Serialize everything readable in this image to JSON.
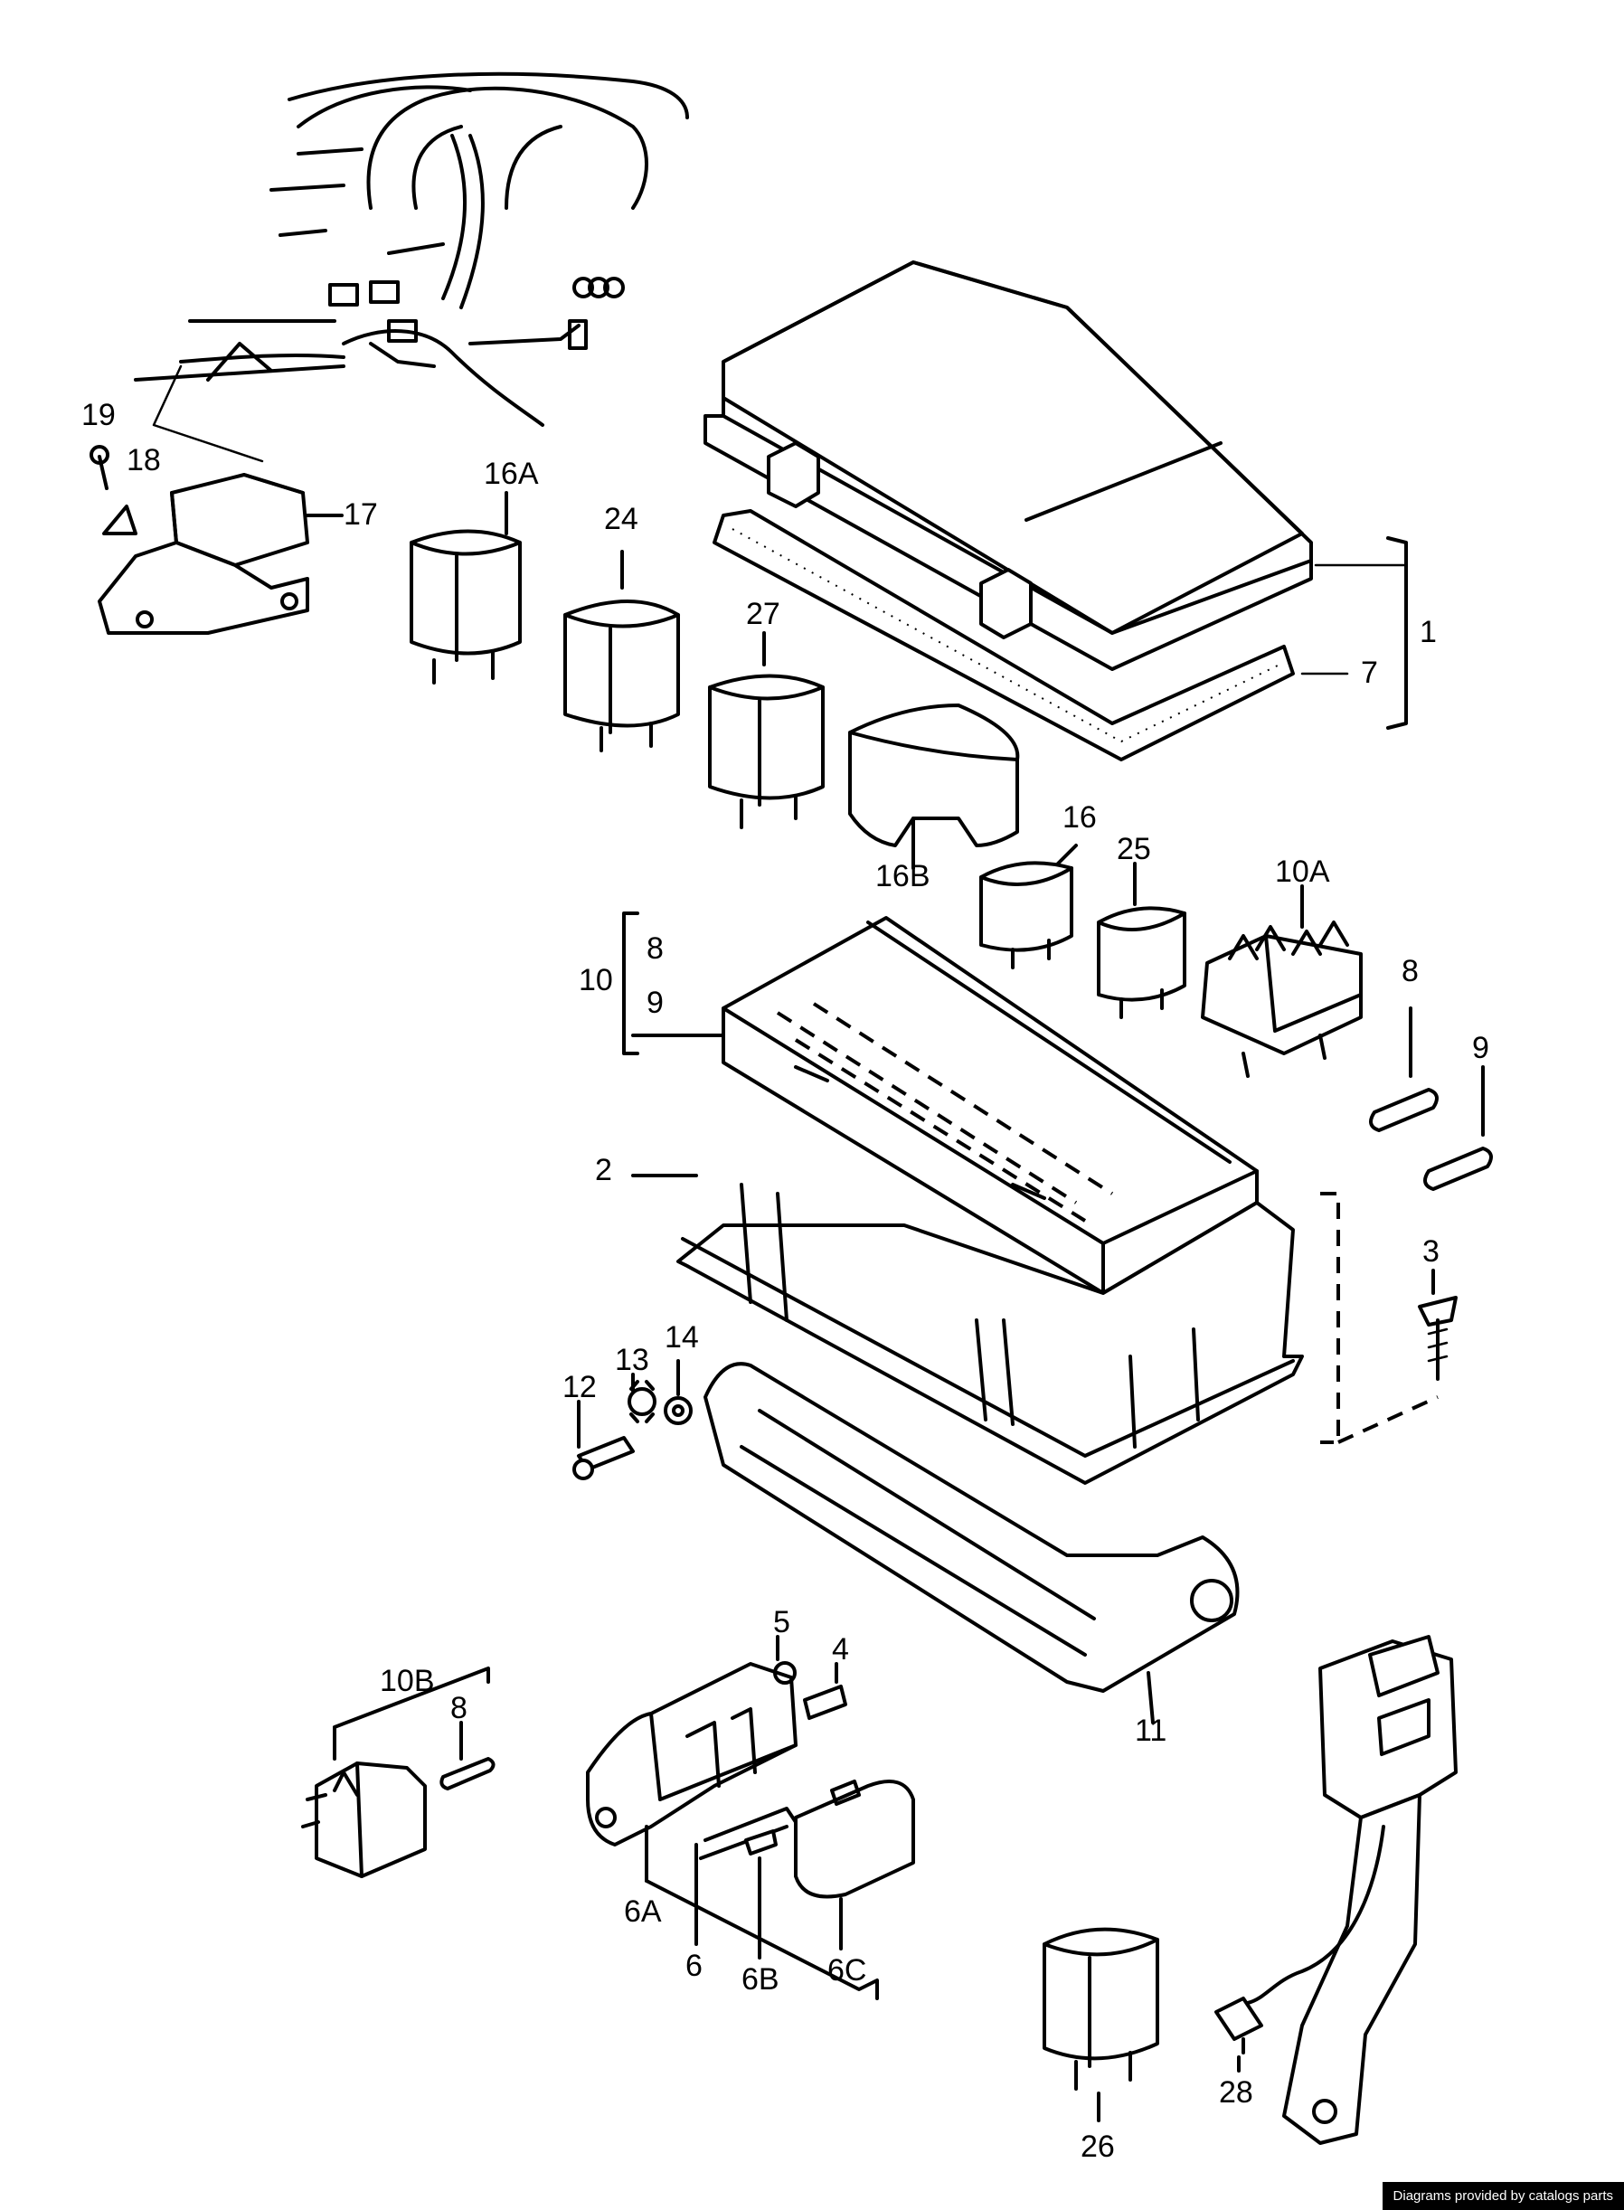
{
  "labels": {
    "l1": "1",
    "l2": "2",
    "l3": "3",
    "l4": "4",
    "l5": "5",
    "l6": "6",
    "l6A": "6A",
    "l6B": "6B",
    "l6C": "6C",
    "l7": "7",
    "l8a": "8",
    "l8b": "8",
    "l8c": "8",
    "l9a": "9",
    "l9b": "9",
    "l10": "10",
    "l10A": "10A",
    "l10B": "10B",
    "l11": "11",
    "l12": "12",
    "l13": "13",
    "l14": "14",
    "l16": "16",
    "l16A": "16A",
    "l16B": "16B",
    "l17": "17",
    "l18": "18",
    "l19": "19",
    "l24": "24",
    "l25": "25",
    "l26": "26",
    "l27": "27",
    "l28": "28"
  },
  "credit": "Diagrams provided by catalogs parts"
}
